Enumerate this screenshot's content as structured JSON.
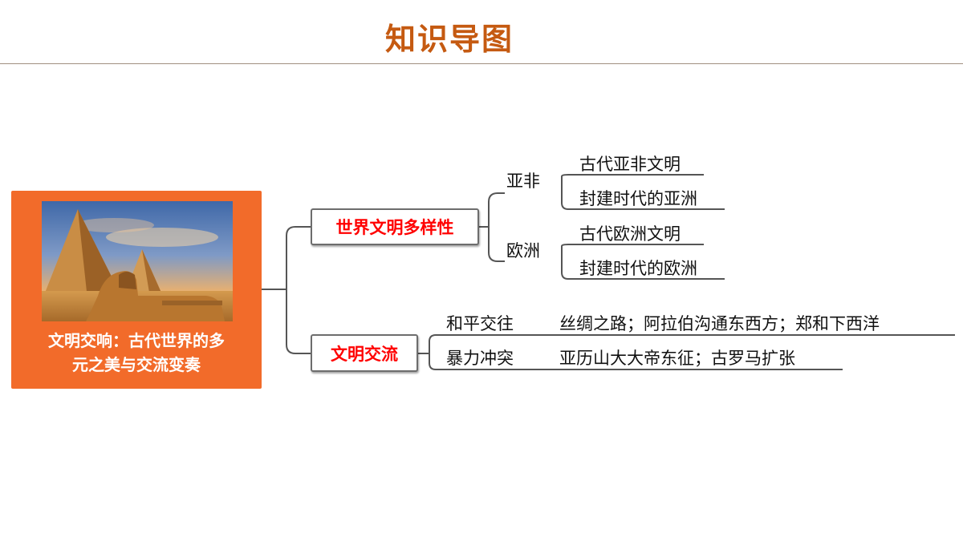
{
  "page": {
    "title": "知识导图"
  },
  "central": {
    "label_line1": "文明交响：古代世界的多",
    "label_line2": "元之美与交流变奏"
  },
  "branch1": {
    "label": "世界文明多样性",
    "group1": {
      "label": "亚非",
      "items": [
        "古代亚非文明",
        "封建时代的亚洲"
      ]
    },
    "group2": {
      "label": "欧洲",
      "items": [
        "古代欧洲文明",
        "封建时代的欧洲"
      ]
    }
  },
  "branch2": {
    "label": "文明交流",
    "rows": [
      {
        "label": "和平交往",
        "detail": "丝绸之路；阿拉伯沟通东西方；郑和下西洋"
      },
      {
        "label": "暴力冲突",
        "detail": "亚历山大大帝东征；古罗马扩张"
      }
    ]
  },
  "colors": {
    "accent": "#c55a11",
    "central_bg": "#f26b2a",
    "branch_text": "#ff0000"
  }
}
